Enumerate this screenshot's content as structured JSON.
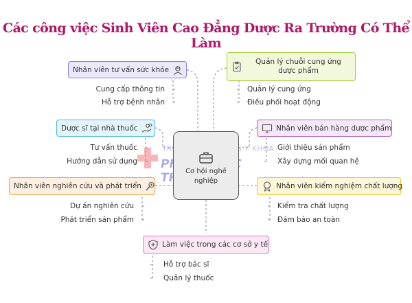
{
  "title": "Các công việc Sinh Viên Cao Đẳng Dược Ra Trường Có Thể Làm",
  "center": {
    "label": "Cơ hội nghề nghiệp",
    "icon": "briefcase-icon"
  },
  "watermark": {
    "line1": "TRƯỜNG CAO ĐẲNG Y KHOA",
    "line2": "PHẠM NGỌC THẠCH"
  },
  "nodes": {
    "tu_van_suc_khoe": {
      "label": "Nhân viên tư vấn sức khỏe",
      "icon": "doctor-icon",
      "border": "#8f7ee0",
      "fill": "#ece8fb",
      "items": [
        "Cung cấp thông tin",
        "Hỗ trợ bệnh nhân"
      ]
    },
    "chuoi_cung_ung": {
      "label": "Quản lý chuỗi cung ứng dược phẩm",
      "icon": "clipboard-icon",
      "border": "#a5cf3b",
      "fill": "#f2f8dc",
      "items": [
        "Quản lý cung ứng",
        "Điều phối hoạt động"
      ]
    },
    "nha_thuoc": {
      "label": "Dược sĩ tại nhà thuốc",
      "icon": "hand-pills-icon",
      "border": "#4fb8e0",
      "fill": "#e3f5fb",
      "items": [
        "Tư vấn thuốc",
        "Hướng dẫn sử dụng"
      ]
    },
    "ban_hang": {
      "label": "Nhân viên bán hàng dược phẩm",
      "icon": "monitor-icon",
      "border": "#b05cc6",
      "fill": "#f6e7f9",
      "items": [
        "Giới thiệu sản phẩm",
        "Xây dựng mối quan hệ"
      ]
    },
    "nghien_cuu": {
      "label": "Nhân viên nghiên cứu và phát triển",
      "icon": "research-icon",
      "border": "#f2a03f",
      "fill": "#fdf0e0",
      "items": [
        "Dự án nghiên cứu",
        "Phát triển sản phẩm"
      ]
    },
    "kiem_nghiem": {
      "label": "Nhân viên kiểm nghiệm chất lượng",
      "icon": "quality-badge-icon",
      "border": "#f0c419",
      "fill": "#fdf7da",
      "items": [
        "Kiểm tra chất lượng",
        "Đảm bảo an toàn"
      ]
    },
    "co_so_y_te": {
      "label": "Làm việc trong các cơ sở y tế",
      "icon": "shield-cross-icon",
      "border": "#e07cc0",
      "fill": "#fbe8f5",
      "items": [
        "Hỗ trợ bác sĩ",
        "Quản lý thuốc"
      ]
    }
  }
}
